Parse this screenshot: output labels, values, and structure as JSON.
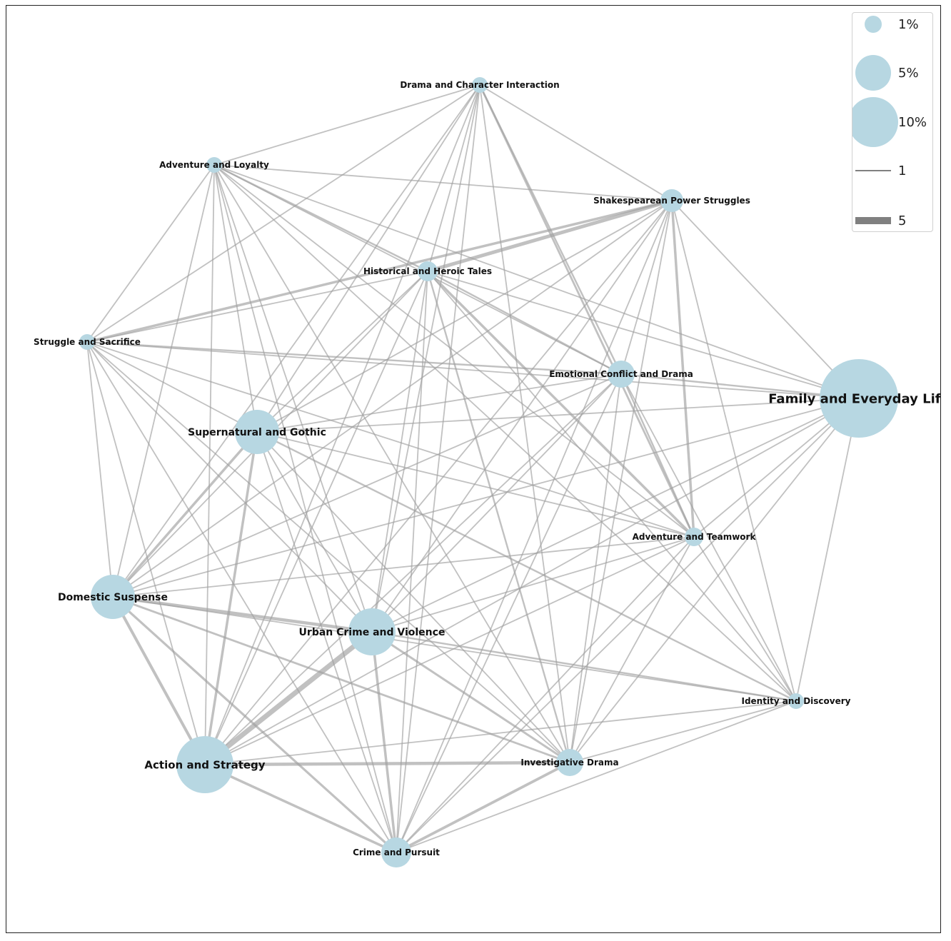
{
  "colors": {
    "node": "#b7d7e2",
    "edge": "#9f9f9f",
    "legend_edge": "#808080",
    "frame": "#222222"
  },
  "nodes": [
    {
      "id": "drama",
      "label": "Drama and Character Interaction"
    },
    {
      "id": "adv_loyal",
      "label": "Adventure and Loyalty"
    },
    {
      "id": "shakes",
      "label": "Shakespearean Power Struggles"
    },
    {
      "id": "hist",
      "label": "Historical and Heroic Tales"
    },
    {
      "id": "struggle",
      "label": "Struggle and Sacrifice"
    },
    {
      "id": "emo",
      "label": "Emotional Conflict and Drama"
    },
    {
      "id": "family",
      "label": "Family and Everyday Life"
    },
    {
      "id": "super",
      "label": "Supernatural and Gothic"
    },
    {
      "id": "adv_team",
      "label": "Adventure and Teamwork"
    },
    {
      "id": "domestic",
      "label": "Domestic Suspense"
    },
    {
      "id": "urban",
      "label": "Urban Crime and Violence"
    },
    {
      "id": "identity",
      "label": "Identity and Discovery"
    },
    {
      "id": "action",
      "label": "Action and Strategy"
    },
    {
      "id": "invest",
      "label": "Investigative Drama"
    },
    {
      "id": "crime",
      "label": "Crime and Pursuit"
    }
  ],
  "legend": {
    "node_sizes": [
      "1%",
      "5%",
      "10%"
    ],
    "edge_weights": [
      "1",
      "5"
    ]
  }
}
